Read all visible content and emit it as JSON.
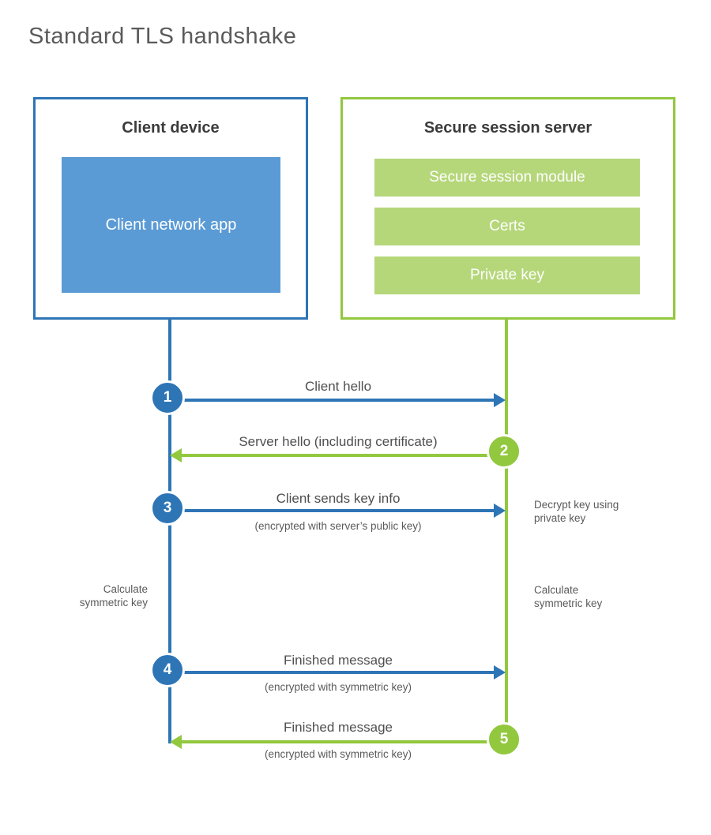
{
  "title": "Standard TLS handshake",
  "client": {
    "title": "Client device",
    "app_label": "Client network app"
  },
  "server": {
    "title": "Secure session server",
    "modules": [
      "Secure session module",
      "Certs",
      "Private key"
    ]
  },
  "messages": [
    {
      "step": "1",
      "label": "Client hello",
      "sub": "",
      "direction": "right",
      "from": "client",
      "to": "server"
    },
    {
      "step": "2",
      "label": "Server hello (including certificate)",
      "sub": "",
      "direction": "left",
      "from": "server",
      "to": "client"
    },
    {
      "step": "3",
      "label": "Client sends key info",
      "sub": "(encrypted with server’s public key)",
      "direction": "right",
      "from": "client",
      "to": "server"
    },
    {
      "step": "4",
      "label": "Finished message",
      "sub": "(encrypted with symmetric key)",
      "direction": "right",
      "from": "client",
      "to": "server"
    },
    {
      "step": "5",
      "label": "Finished message",
      "sub": "(encrypted with symmetric key)",
      "direction": "left",
      "from": "server",
      "to": "client"
    }
  ],
  "notes": {
    "left_calculate": "Calculate\nsymmetric key",
    "right_decrypt": "Decrypt key using\nprivate key",
    "right_calculate": "Calculate\nsymmetric key"
  },
  "colors": {
    "blue": "#2e75b6",
    "blue_fill": "#5b9bd5",
    "green": "#92c83e",
    "green_fill": "#b5d77a"
  }
}
